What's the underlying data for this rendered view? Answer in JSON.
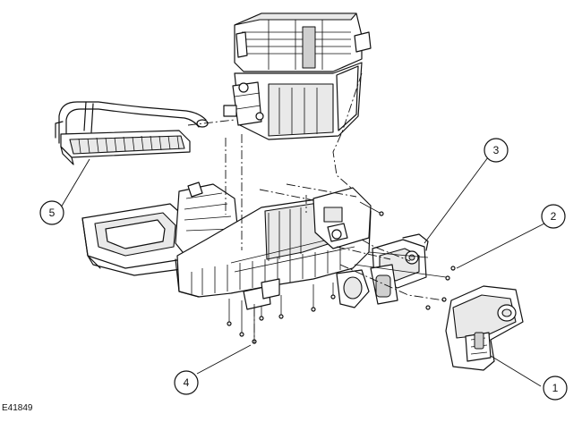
{
  "callouts": [
    {
      "id": "callout-1",
      "label": "1"
    },
    {
      "id": "callout-2",
      "label": "2"
    },
    {
      "id": "callout-3",
      "label": "3"
    },
    {
      "id": "callout-4",
      "label": "4"
    },
    {
      "id": "callout-5",
      "label": "5"
    }
  ],
  "figure_id": "E41849"
}
